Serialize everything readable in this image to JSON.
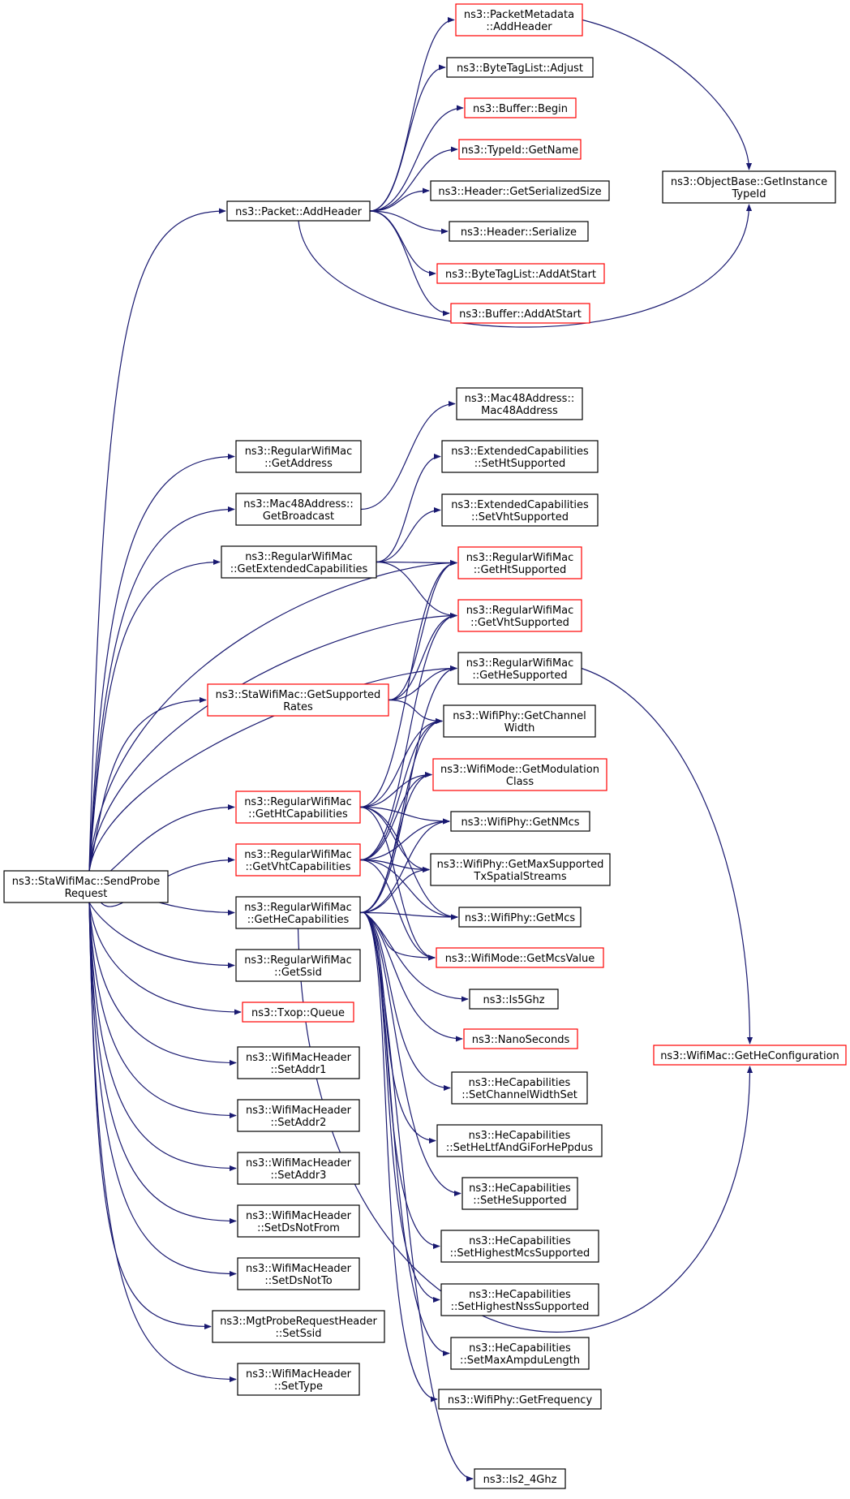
{
  "colors": {
    "edge": "#191970",
    "node_border": "#000000",
    "node_border_incomplete": "#ff0000",
    "root_fill": "#bfbfbf",
    "node_fill": "#ffffff"
  },
  "nodes": [
    {
      "id": "send",
      "lines": [
        "ns3::StaWifiMac::SendProbe",
        "Request"
      ],
      "root": true
    },
    {
      "id": "pkt_addheader",
      "lines": [
        "ns3::Packet::AddHeader"
      ]
    },
    {
      "id": "pm_addheader",
      "lines": [
        "ns3::PacketMetadata",
        "::AddHeader"
      ],
      "incomplete": true
    },
    {
      "id": "btl_adjust",
      "lines": [
        "ns3::ByteTagList::Adjust"
      ]
    },
    {
      "id": "buf_begin",
      "lines": [
        "ns3::Buffer::Begin"
      ],
      "incomplete": true
    },
    {
      "id": "typeid_getname",
      "lines": [
        "ns3::TypeId::GetName"
      ],
      "incomplete": true
    },
    {
      "id": "hdr_getsersize",
      "lines": [
        "ns3::Header::GetSerializedSize"
      ]
    },
    {
      "id": "hdr_serialize",
      "lines": [
        "ns3::Header::Serialize"
      ]
    },
    {
      "id": "btl_addatstart",
      "lines": [
        "ns3::ByteTagList::AddAtStart"
      ],
      "incomplete": true
    },
    {
      "id": "buf_addatstart",
      "lines": [
        "ns3::Buffer::AddAtStart"
      ],
      "incomplete": true
    },
    {
      "id": "objbase_gettypeid",
      "lines": [
        "ns3::ObjectBase::GetInstance",
        "TypeId"
      ]
    },
    {
      "id": "mac48_ctor",
      "lines": [
        "ns3::Mac48Address::",
        "Mac48Address"
      ]
    },
    {
      "id": "rwm_getaddress",
      "lines": [
        "ns3::RegularWifiMac",
        "::GetAddress"
      ]
    },
    {
      "id": "ext_setht",
      "lines": [
        "ns3::ExtendedCapabilities",
        "::SetHtSupported"
      ]
    },
    {
      "id": "mac48_getbcast",
      "lines": [
        "ns3::Mac48Address::",
        "GetBroadcast"
      ]
    },
    {
      "id": "ext_setvht",
      "lines": [
        "ns3::ExtendedCapabilities",
        "::SetVhtSupported"
      ]
    },
    {
      "id": "rwm_getextcap",
      "lines": [
        "ns3::RegularWifiMac",
        "::GetExtendedCapabilities"
      ]
    },
    {
      "id": "rwm_gethtsupp",
      "lines": [
        "ns3::RegularWifiMac",
        "::GetHtSupported"
      ],
      "incomplete": true
    },
    {
      "id": "rwm_getvhtsupp",
      "lines": [
        "ns3::RegularWifiMac",
        "::GetVhtSupported"
      ],
      "incomplete": true
    },
    {
      "id": "rwm_gethesupp",
      "lines": [
        "ns3::RegularWifiMac",
        "::GetHeSupported"
      ]
    },
    {
      "id": "swm_getsuprates",
      "lines": [
        "ns3::StaWifiMac::GetSupported",
        "Rates"
      ],
      "incomplete": true
    },
    {
      "id": "phy_getchwidth",
      "lines": [
        "ns3::WifiPhy::GetChannel",
        "Width"
      ]
    },
    {
      "id": "mode_getmodclass",
      "lines": [
        "ns3::WifiMode::GetModulation",
        "Class"
      ],
      "incomplete": true
    },
    {
      "id": "rwm_gethtcap",
      "lines": [
        "ns3::RegularWifiMac",
        "::GetHtCapabilities"
      ],
      "incomplete": true
    },
    {
      "id": "phy_getnmcs",
      "lines": [
        "ns3::WifiPhy::GetNMcs"
      ]
    },
    {
      "id": "rwm_getvhtcap",
      "lines": [
        "ns3::RegularWifiMac",
        "::GetVhtCapabilities"
      ],
      "incomplete": true
    },
    {
      "id": "phy_getmaxtx",
      "lines": [
        "ns3::WifiPhy::GetMaxSupported",
        "TxSpatialStreams"
      ]
    },
    {
      "id": "rwm_gethecap",
      "lines": [
        "ns3::RegularWifiMac",
        "::GetHeCapabilities"
      ]
    },
    {
      "id": "phy_getmcs",
      "lines": [
        "ns3::WifiPhy::GetMcs"
      ]
    },
    {
      "id": "mode_getmcsvalue",
      "lines": [
        "ns3::WifiMode::GetMcsValue"
      ],
      "incomplete": true
    },
    {
      "id": "rwm_getssid",
      "lines": [
        "ns3::RegularWifiMac",
        "::GetSsid"
      ]
    },
    {
      "id": "is5ghz",
      "lines": [
        "ns3::Is5Ghz"
      ]
    },
    {
      "id": "txop_queue",
      "lines": [
        "ns3::Txop::Queue"
      ],
      "incomplete": true
    },
    {
      "id": "nanoseconds",
      "lines": [
        "ns3::NanoSeconds"
      ],
      "incomplete": true
    },
    {
      "id": "wm_gethecfg",
      "lines": [
        "ns3::WifiMac::GetHeConfiguration"
      ],
      "incomplete": true
    },
    {
      "id": "hdr_setaddr1",
      "lines": [
        "ns3::WifiMacHeader",
        "::SetAddr1"
      ]
    },
    {
      "id": "hecap_setchws",
      "lines": [
        "ns3::HeCapabilities",
        "::SetChannelWidthSet"
      ]
    },
    {
      "id": "hdr_setaddr2",
      "lines": [
        "ns3::WifiMacHeader",
        "::SetAddr2"
      ]
    },
    {
      "id": "hecap_setheltf",
      "lines": [
        "ns3::HeCapabilities",
        "::SetHeLtfAndGiForHePpdus"
      ]
    },
    {
      "id": "hdr_setaddr3",
      "lines": [
        "ns3::WifiMacHeader",
        "::SetAddr3"
      ]
    },
    {
      "id": "hecap_sethesupp",
      "lines": [
        "ns3::HeCapabilities",
        "::SetHeSupported"
      ]
    },
    {
      "id": "hdr_setdsnotfrom",
      "lines": [
        "ns3::WifiMacHeader",
        "::SetDsNotFrom"
      ]
    },
    {
      "id": "hecap_sethighmcs",
      "lines": [
        "ns3::HeCapabilities",
        "::SetHighestMcsSupported"
      ]
    },
    {
      "id": "hdr_setdsnotto",
      "lines": [
        "ns3::WifiMacHeader",
        "::SetDsNotTo"
      ]
    },
    {
      "id": "hecap_sethighnss",
      "lines": [
        "ns3::HeCapabilities",
        "::SetHighestNssSupported"
      ]
    },
    {
      "id": "mgt_setssid",
      "lines": [
        "ns3::MgtProbeRequestHeader",
        "::SetSsid"
      ]
    },
    {
      "id": "hecap_setmaxampdu",
      "lines": [
        "ns3::HeCapabilities",
        "::SetMaxAmpduLength"
      ]
    },
    {
      "id": "hdr_settype",
      "lines": [
        "ns3::WifiMacHeader",
        "::SetType"
      ]
    },
    {
      "id": "phy_getfreq",
      "lines": [
        "ns3::WifiPhy::GetFrequency"
      ]
    },
    {
      "id": "is2_4ghz",
      "lines": [
        "ns3::Is2_4Ghz"
      ]
    }
  ],
  "edges": [
    [
      "send",
      "pkt_addheader"
    ],
    [
      "send",
      "rwm_getaddress"
    ],
    [
      "send",
      "mac48_getbcast"
    ],
    [
      "send",
      "rwm_getextcap"
    ],
    [
      "send",
      "rwm_gethtsupp"
    ],
    [
      "send",
      "rwm_getvhtsupp"
    ],
    [
      "send",
      "rwm_gethesupp"
    ],
    [
      "send",
      "swm_getsuprates"
    ],
    [
      "send",
      "rwm_gethtcap"
    ],
    [
      "send",
      "rwm_getvhtcap"
    ],
    [
      "send",
      "rwm_gethecap"
    ],
    [
      "send",
      "rwm_getssid"
    ],
    [
      "send",
      "txop_queue"
    ],
    [
      "send",
      "hdr_setaddr1"
    ],
    [
      "send",
      "hdr_setaddr2"
    ],
    [
      "send",
      "hdr_setaddr3"
    ],
    [
      "send",
      "hdr_setdsnotfrom"
    ],
    [
      "send",
      "hdr_setdsnotto"
    ],
    [
      "send",
      "mgt_setssid"
    ],
    [
      "send",
      "hdr_settype"
    ],
    [
      "pkt_addheader",
      "pm_addheader"
    ],
    [
      "pkt_addheader",
      "btl_adjust"
    ],
    [
      "pkt_addheader",
      "buf_begin"
    ],
    [
      "pkt_addheader",
      "typeid_getname"
    ],
    [
      "pkt_addheader",
      "hdr_getsersize"
    ],
    [
      "pkt_addheader",
      "hdr_serialize"
    ],
    [
      "pkt_addheader",
      "btl_addatstart"
    ],
    [
      "pkt_addheader",
      "buf_addatstart"
    ],
    [
      "pkt_addheader",
      "objbase_gettypeid"
    ],
    [
      "pm_addheader",
      "objbase_gettypeid"
    ],
    [
      "mac48_getbcast",
      "mac48_ctor"
    ],
    [
      "rwm_getextcap",
      "ext_setht"
    ],
    [
      "rwm_getextcap",
      "ext_setvht"
    ],
    [
      "rwm_getextcap",
      "rwm_gethtsupp"
    ],
    [
      "rwm_getextcap",
      "rwm_getvhtsupp"
    ],
    [
      "rwm_gethesupp",
      "wm_gethecfg"
    ],
    [
      "swm_getsuprates",
      "rwm_gethtsupp"
    ],
    [
      "swm_getsuprates",
      "rwm_getvhtsupp"
    ],
    [
      "swm_getsuprates",
      "rwm_gethesupp"
    ],
    [
      "swm_getsuprates",
      "phy_getchwidth"
    ],
    [
      "rwm_gethtcap",
      "rwm_gethtsupp"
    ],
    [
      "rwm_gethtcap",
      "phy_getchwidth"
    ],
    [
      "rwm_gethtcap",
      "mode_getmodclass"
    ],
    [
      "rwm_gethtcap",
      "phy_getnmcs"
    ],
    [
      "rwm_gethtcap",
      "phy_getmaxtx"
    ],
    [
      "rwm_gethtcap",
      "phy_getmcs"
    ],
    [
      "rwm_gethtcap",
      "mode_getmcsvalue"
    ],
    [
      "rwm_getvhtcap",
      "rwm_getvhtsupp"
    ],
    [
      "rwm_getvhtcap",
      "phy_getchwidth"
    ],
    [
      "rwm_getvhtcap",
      "mode_getmodclass"
    ],
    [
      "rwm_getvhtcap",
      "phy_getnmcs"
    ],
    [
      "rwm_getvhtcap",
      "phy_getmaxtx"
    ],
    [
      "rwm_getvhtcap",
      "phy_getmcs"
    ],
    [
      "rwm_getvhtcap",
      "mode_getmcsvalue"
    ],
    [
      "rwm_gethecap",
      "rwm_gethesupp"
    ],
    [
      "rwm_gethecap",
      "phy_getchwidth"
    ],
    [
      "rwm_gethecap",
      "mode_getmodclass"
    ],
    [
      "rwm_gethecap",
      "phy_getnmcs"
    ],
    [
      "rwm_gethecap",
      "phy_getmaxtx"
    ],
    [
      "rwm_gethecap",
      "phy_getmcs"
    ],
    [
      "rwm_gethecap",
      "mode_getmcsvalue"
    ],
    [
      "rwm_gethecap",
      "is5ghz"
    ],
    [
      "rwm_gethecap",
      "nanoseconds"
    ],
    [
      "rwm_gethecap",
      "wm_gethecfg"
    ],
    [
      "rwm_gethecap",
      "hecap_setchws"
    ],
    [
      "rwm_gethecap",
      "hecap_setheltf"
    ],
    [
      "rwm_gethecap",
      "hecap_sethesupp"
    ],
    [
      "rwm_gethecap",
      "hecap_sethighmcs"
    ],
    [
      "rwm_gethecap",
      "hecap_sethighnss"
    ],
    [
      "rwm_gethecap",
      "hecap_setmaxampdu"
    ],
    [
      "rwm_gethecap",
      "phy_getfreq"
    ],
    [
      "rwm_gethecap",
      "is2_4ghz"
    ]
  ]
}
